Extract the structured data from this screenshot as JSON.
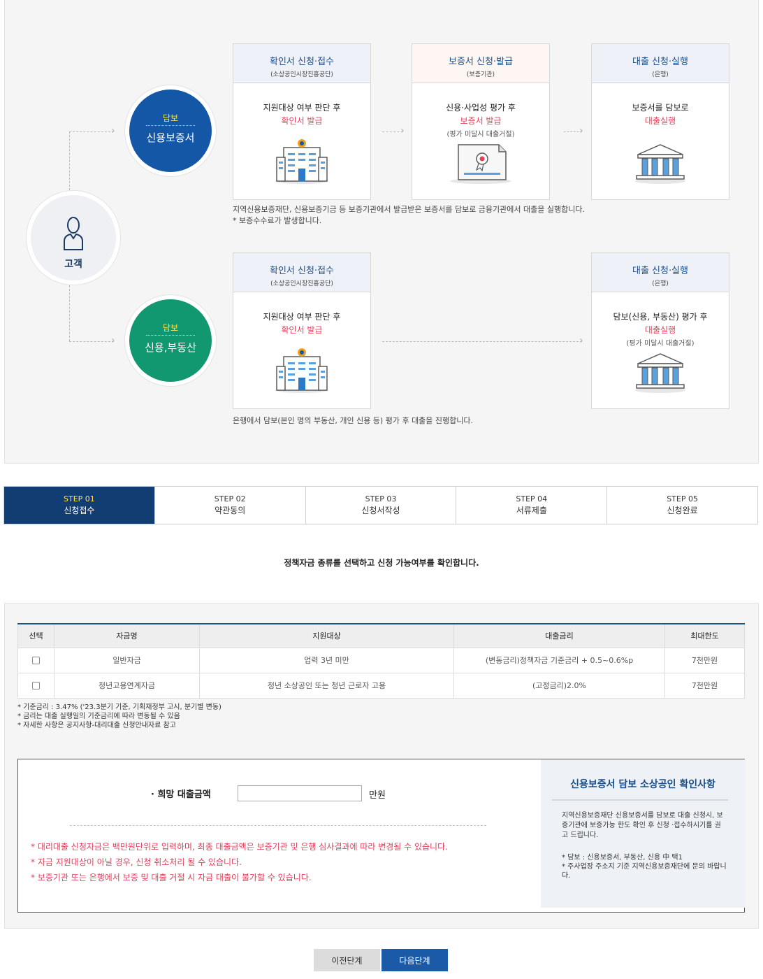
{
  "flow": {
    "customer_label": "고객",
    "row1": {
      "circle": {
        "tag": "담보",
        "label": "신용보증서"
      },
      "cards": [
        {
          "title": "확인서 신청·접수",
          "sub": "(소상공인시장진흥공단)",
          "line1": "지원대상 여부 판단 후",
          "line2": "확인서 발급",
          "line3": "",
          "icon": "office-building-icon"
        },
        {
          "title": "보증서 신청·발급",
          "sub": "(보증기관)",
          "line1": "신용·사업성 평가 후",
          "line2": "보증서 발급",
          "line3": "(평가 미달시 대출거절)",
          "icon": "certificate-icon"
        },
        {
          "title": "대출 신청·실행",
          "sub": "(은행)",
          "line1": "보증서를 담보로",
          "line2": "대출실행",
          "line3": "",
          "icon": "bank-icon"
        }
      ],
      "note1": "지역신용보증재단, 신용보증기금 등 보증기관에서 발급받은 보증서를 담보로 금융기관에서 대출을 실행합니다.",
      "note2": "* 보증수수료가 발생합니다."
    },
    "row2": {
      "circle": {
        "tag": "담보",
        "label": "신용,부동산"
      },
      "cards": [
        {
          "title": "확인서 신청·접수",
          "sub": "(소상공인시장진흥공단)",
          "line1": "지원대상 여부 판단 후",
          "line2": "확인서 발급",
          "line3": "",
          "icon": "office-building-icon"
        },
        {
          "title": "대출 신청·실행",
          "sub": "(은행)",
          "line1": "담보(신용, 부동산) 평가 후",
          "line2": "대출실행",
          "line3": "(평가 미달시 대출거절)",
          "icon": "bank-icon"
        }
      ],
      "note1": "은행에서 담보(본인 명의 부동산, 개인 신용 등) 평가 후 대출을 진행합니다."
    }
  },
  "steps": [
    {
      "num": "STEP 01",
      "name": "신청접수",
      "active": true
    },
    {
      "num": "STEP 02",
      "name": "약관동의",
      "active": false
    },
    {
      "num": "STEP 03",
      "name": "신청서작성",
      "active": false
    },
    {
      "num": "STEP 04",
      "name": "서류제출",
      "active": false
    },
    {
      "num": "STEP 05",
      "name": "신청완료",
      "active": false
    }
  ],
  "guide": "정책자금 종류를 선택하고 신청 가능여부를 확인합니다.",
  "table": {
    "headers": [
      "선택",
      "자금명",
      "지원대상",
      "대출금리",
      "최대한도"
    ],
    "rows": [
      {
        "name": "일반자금",
        "target": "업력 3년 미만",
        "rate": "(변동금리)정책자금 기준금리 + 0.5~0.6%p",
        "limit": "7천만원"
      },
      {
        "name": "청년고용연계자금",
        "target": "청년 소상공인 또는 청년 근로자 고용",
        "rate": "(고정금리)2.0%",
        "limit": "7천만원"
      }
    ],
    "notes": [
      "* 기준금리 : 3.47% ('23.3분기 기준, 기획재정부 고시, 분기별 변동)",
      "* 금리는 대출 실행일의 기준금리에 따라 변동될 수 있음",
      "* 자세한 사항은 공지사항-대리대출 신청안내자료 참고"
    ]
  },
  "amount": {
    "label": "· 희망 대출금액",
    "value": "",
    "placeholder": "",
    "unit": "만원",
    "warnings": [
      "* 대리대출 신청자금은 백만원단위로 입력하며, 최종 대출금액은 보증기관 및 은행 심사결과에 따라 변경될 수 있습니다.",
      "* 자금 지원대상이 아닐 경우, 신청 취소처리 될 수 있습니다.",
      "* 보증기관 또는 은행에서 보증 및 대출 거절 시 자금 대출이 불가할 수 있습니다."
    ]
  },
  "side": {
    "title": "신용보증서 담보 소상공인 확인사항",
    "para": "지역신용보증재단 신용보증서를 담보로 대출 신청시, 보증기관에 보증가능 한도 확인 후 신청 ·접수하시기를 권고 드립니다.",
    "notes": [
      "* 담보 : 신용보증서, 부동산, 신용 中 택1",
      "* 주사업장 주소지 기준 지역신용보증재단에 문의 바랍니다."
    ]
  },
  "buttons": {
    "prev": "이전단계",
    "next": "다음단계"
  },
  "colors": {
    "navy": "#123d72",
    "blue": "#1457a6",
    "green": "#119870",
    "accent_red": "#e0405a",
    "tag_yellow": "#ffe44a"
  }
}
